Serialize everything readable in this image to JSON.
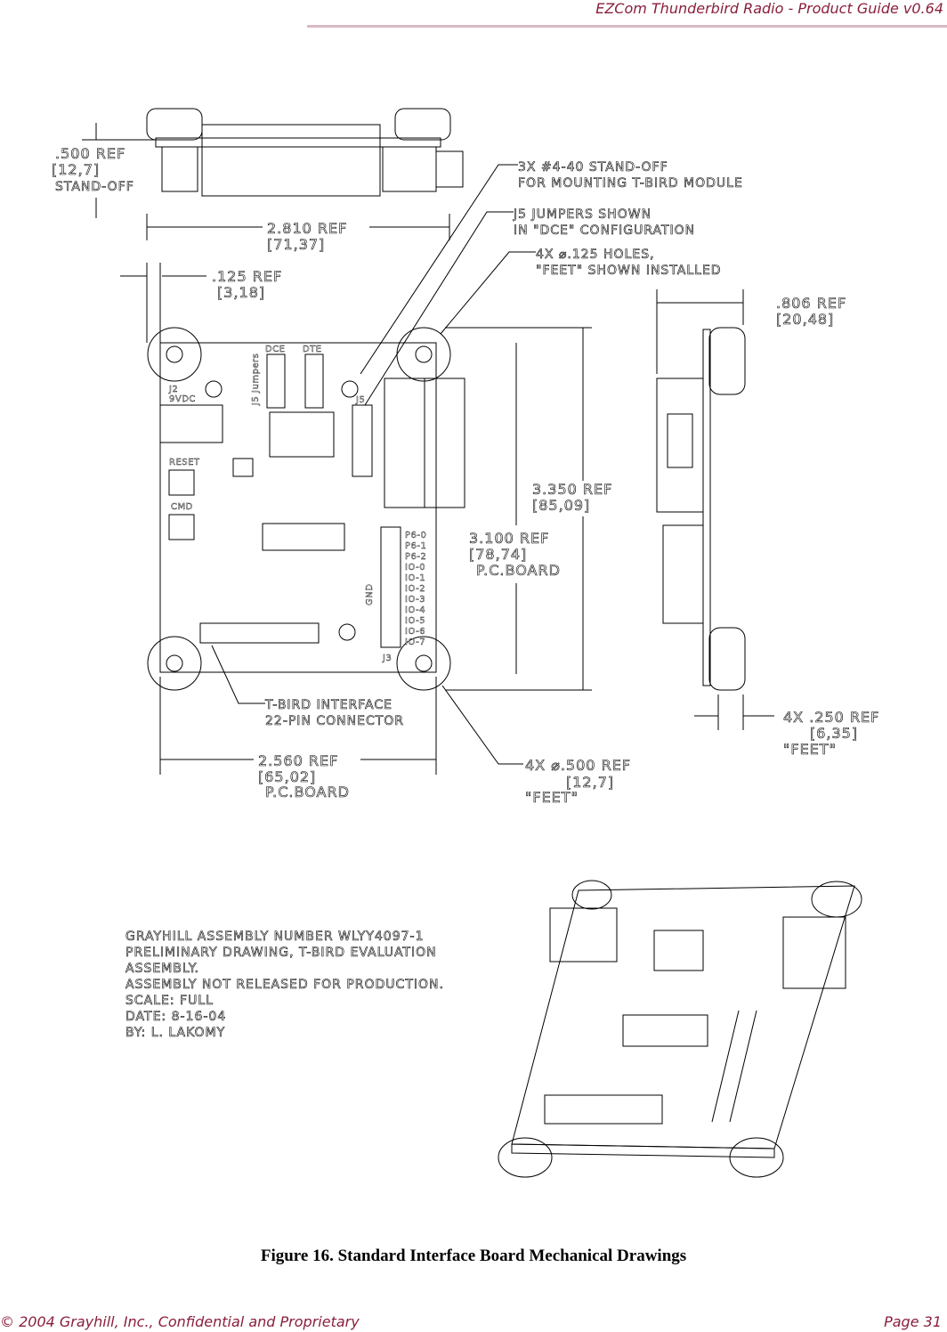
{
  "header": {
    "title": "EZCom Thunderbird Radio - Product Guide v0.64"
  },
  "footer": {
    "copyright": "© 2004 Grayhill, Inc., Confidential and Proprietary",
    "page": "Page 31"
  },
  "figure": {
    "caption": "Figure 16.  Standard Interface Board Mechanical Drawings",
    "dims": {
      "standoff_height": ".500   REF",
      "standoff_height_mm": "[12,7]",
      "standoff_label": "STAND-OFF",
      "overall_width": "2.810   REF",
      "overall_width_mm": "[71,37]",
      "hole_offset": ".125   REF",
      "hole_offset_mm": "[3,18]",
      "side_depth": ".806    REF",
      "side_depth_mm": "[20,48]",
      "overall_height": "3.350    REF",
      "overall_height_mm": "[85,09]",
      "board_height": "3.100    REF",
      "board_height_mm": "[78,74]",
      "board_height_label": "P.C.BOARD",
      "board_width": "2.560    REF",
      "board_width_mm": "[65,02]",
      "board_width_label": "P.C.BOARD",
      "feet_height": "4X  .250    REF",
      "feet_height_mm": "[6,35]",
      "feet_height_label": "\"FEET\"",
      "feet_dia": "4X  ⌀.500    REF",
      "feet_dia_mm": "[12,7]",
      "feet_dia_label": "\"FEET\""
    },
    "callouts": {
      "standoff_1": "3X  #4-40  STAND-OFF",
      "standoff_2": "FOR  MOUNTING  T-BIRD  MODULE",
      "jumpers_1": "J5  JUMPERS  SHOWN",
      "jumpers_2": "IN  \"DCE\"  CONFIGURATION",
      "holes_1": "4X  ⌀.125  HOLES,",
      "holes_2": "\"FEET\"  SHOWN  INSTALLED",
      "tbird_1": "T-BIRD  INTERFACE",
      "tbird_2": "22-PIN  CONNECTOR"
    },
    "board_labels": {
      "j2": "J2",
      "vdc": "9VDC",
      "reset": "RESET",
      "cmd": "CMD",
      "dce": "DCE",
      "dte": "DTE",
      "j5_jumpers": "J5 Jumpers",
      "j5": "J5",
      "j3": "J3",
      "gnd": "GND",
      "pins": [
        "P6-0",
        "P6-1",
        "P6-2",
        "IO-0",
        "IO-1",
        "IO-2",
        "IO-3",
        "IO-4",
        "IO-5",
        "IO-6",
        "IO-7"
      ]
    },
    "notes": [
      "GRAYHILL  ASSEMBLY  NUMBER  WLYY4097-1",
      "PRELIMINARY  DRAWING,  T-BIRD  EVALUATION",
      "ASSEMBLY.",
      "ASSEMBLY  NOT  RELEASED  FOR  PRODUCTION.",
      "SCALE:  FULL",
      "DATE:  8-16-04",
      "BY:  L.  LAKOMY"
    ]
  }
}
